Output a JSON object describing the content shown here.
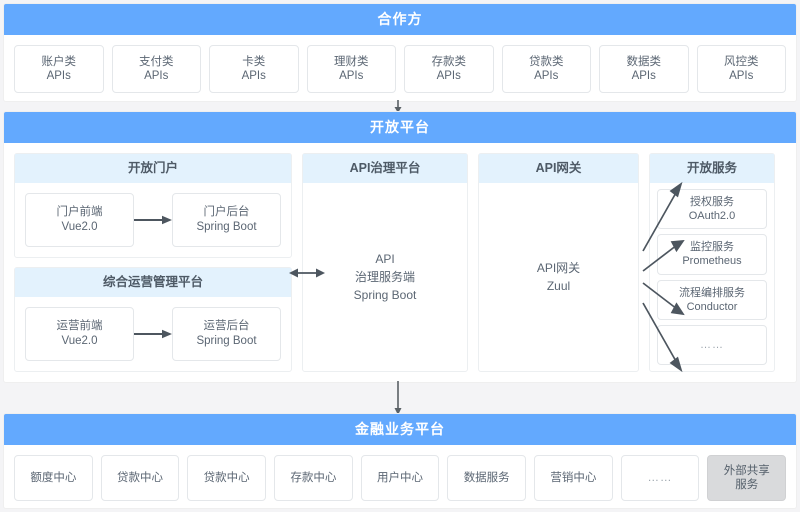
{
  "partner": {
    "title": "合作方",
    "apis": [
      {
        "category": "账户类",
        "kind": "APIs"
      },
      {
        "category": "支付类",
        "kind": "APIs"
      },
      {
        "category": "卡类",
        "kind": "APIs"
      },
      {
        "category": "理财类",
        "kind": "APIs"
      },
      {
        "category": "存款类",
        "kind": "APIs"
      },
      {
        "category": "贷款类",
        "kind": "APIs"
      },
      {
        "category": "数据类",
        "kind": "APIs"
      },
      {
        "category": "风控类",
        "kind": "APIs"
      }
    ]
  },
  "open_platform": {
    "title": "开放平台",
    "portal": {
      "title": "开放门户",
      "frontend": {
        "name": "门户前端",
        "tech": "Vue2.0"
      },
      "backend": {
        "name": "门户后台",
        "tech": "Spring Boot"
      }
    },
    "operation": {
      "title": "综合运营管理平台",
      "frontend": {
        "name": "运营前端",
        "tech": "Vue2.0"
      },
      "backend": {
        "name": "运营后台",
        "tech": "Spring Boot"
      }
    },
    "governance": {
      "title": "API治理平台",
      "body_line1": "API",
      "body_line2": "治理服务端",
      "body_line3": "Spring Boot"
    },
    "gateway": {
      "title": "API网关",
      "body_line1": "API网关",
      "body_line2": "Zuul"
    },
    "services": {
      "title": "开放服务",
      "items": [
        {
          "name": "授权服务",
          "tech": "OAuth2.0"
        },
        {
          "name": "监控服务",
          "tech": "Prometheus"
        },
        {
          "name": "流程编排服务",
          "tech": "Conductor"
        },
        {
          "name": "……",
          "tech": ""
        }
      ]
    }
  },
  "business_platform": {
    "title": "金融业务平台",
    "items": [
      {
        "label": "额度中心",
        "style": "normal"
      },
      {
        "label": "贷款中心",
        "style": "normal"
      },
      {
        "label": "贷款中心",
        "style": "normal"
      },
      {
        "label": "存款中心",
        "style": "normal"
      },
      {
        "label": "用户中心",
        "style": "normal"
      },
      {
        "label": "数据服务",
        "style": "normal"
      },
      {
        "label": "营销中心",
        "style": "normal"
      },
      {
        "label": "……",
        "style": "normal"
      },
      {
        "label": "外部共享服务",
        "style": "gray",
        "line1": "外部共享",
        "line2": "服务"
      }
    ]
  },
  "colors": {
    "band_blue": "#63a9fe",
    "panel_head_blue": "#e3f2fd",
    "page_background": "#f4f4f6",
    "box_border": "#e4e7ea",
    "text": "#5b6673",
    "gray_box": "#d9dadc",
    "arrow": "#5a6166"
  }
}
